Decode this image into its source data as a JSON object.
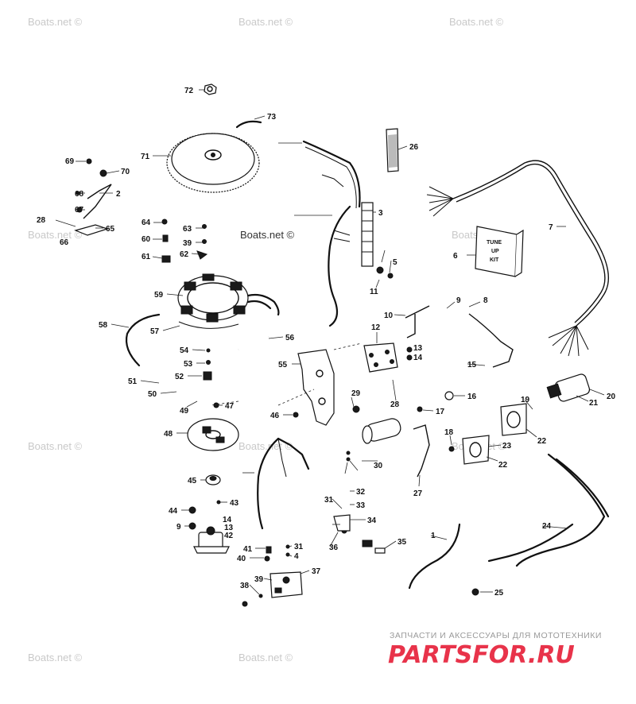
{
  "watermark": "Boats.net ©",
  "watermark_center": "Boats.net ©",
  "brand": {
    "tagline": "ЗАПЧАСТИ И АКСЕССУАРЫ ДЛЯ МОТОТЕХНИКИ",
    "logo": "PARTSFOR.RU"
  },
  "tune_up_kit": [
    "TUNE",
    "UP",
    "KIT"
  ],
  "callouts": [
    "72",
    "73",
    "71",
    "69",
    "70",
    "2",
    "68",
    "67",
    "28",
    "66",
    "65",
    "64",
    "63",
    "60",
    "39",
    "61",
    "62",
    "59",
    "58",
    "57",
    "56",
    "54",
    "53",
    "52",
    "51",
    "50",
    "49",
    "47",
    "48",
    "46",
    "45",
    "43",
    "44",
    "14",
    "9",
    "13",
    "42",
    "41",
    "40",
    "31",
    "4",
    "37",
    "38",
    "39",
    "26",
    "3",
    "5",
    "11",
    "6",
    "7",
    "10",
    "9",
    "8",
    "12",
    "13",
    "14",
    "55",
    "15",
    "29",
    "28",
    "16",
    "17",
    "18",
    "30",
    "27",
    "19",
    "20",
    "21",
    "22",
    "23",
    "22",
    "24",
    "25",
    "1",
    "35",
    "36",
    "31",
    "32",
    "33",
    "34"
  ]
}
